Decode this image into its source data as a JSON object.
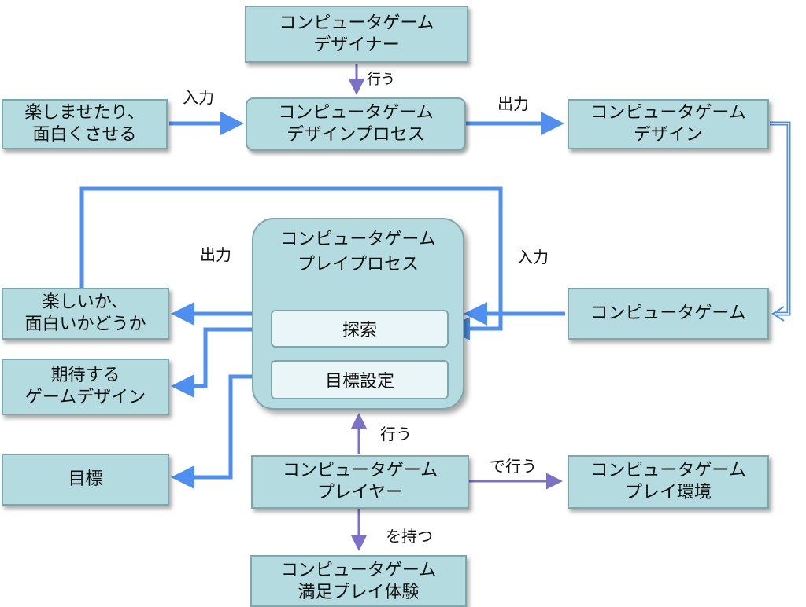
{
  "nodes": {
    "designer": [
      "コンピュータゲーム",
      "デザイナー"
    ],
    "fun_input": [
      "楽しませたり、",
      "面白くさせる"
    ],
    "design_process": [
      "コンピュータゲーム",
      "デザインプロセス"
    ],
    "game_design": [
      "コンピュータゲーム",
      "デザイン"
    ],
    "play_process_title": [
      "コンピュータゲーム",
      "プレイプロセス"
    ],
    "explore": "探索",
    "goal_setting": "目標設定",
    "computer_game": "コンピュータゲーム",
    "fun_eval": [
      "楽しいか、",
      "面白いかどうか"
    ],
    "expected_design": [
      "期待する",
      "ゲームデザイン"
    ],
    "goal": "目標",
    "player": [
      "コンピュータゲーム",
      "プレイヤー"
    ],
    "play_env": [
      "コンピュータゲーム",
      "プレイ環境"
    ],
    "experience": [
      "コンピュータゲーム",
      "満足プレイ体験"
    ]
  },
  "edge_labels": {
    "designer_does": "行う",
    "input_top": "入力",
    "output_top": "出力",
    "output_left": "出力",
    "input_right": "入力",
    "player_does": "行う",
    "played_on": "で行う",
    "has": "を持つ"
  },
  "colors": {
    "box_fill": "#b4dce0",
    "box_border": "#7ea6ab",
    "sub_fill": "#e9f5f6",
    "blue_arrow": "#4f8fef",
    "purple_arrow": "#7b72c6"
  }
}
